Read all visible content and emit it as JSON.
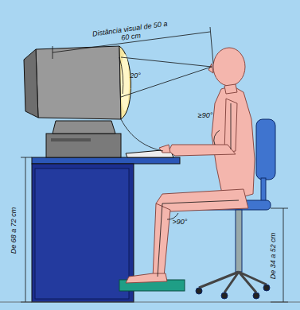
{
  "diagram": {
    "labels": [
      "Distância visual de 50 a 60 cm",
      "20°",
      "≥90°",
      ">90°",
      "De 68 a 72 cm",
      "De 34 a 52 cm"
    ]
  }
}
